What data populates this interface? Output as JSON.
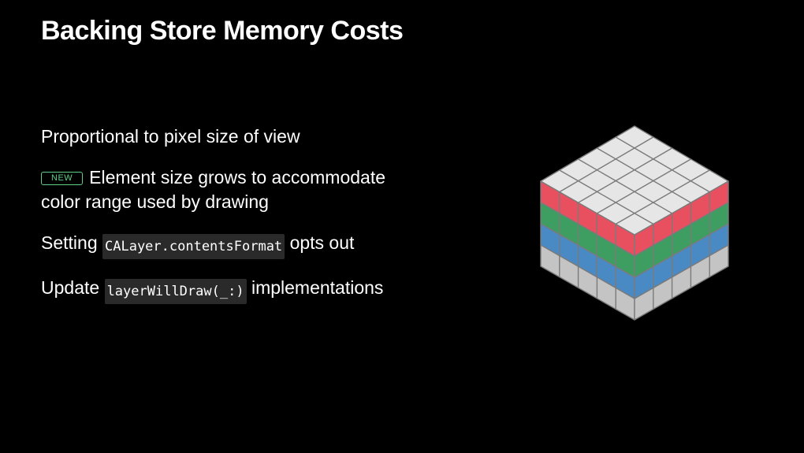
{
  "slide": {
    "title": "Backing Store Memory Costs",
    "bullets": [
      {
        "text": "Proportional to pixel size of view"
      },
      {
        "badge": "NEW",
        "line1": "Element size grows to accommodate",
        "line2": "color range used by drawing"
      },
      {
        "before": "Setting",
        "code": "CALayer.contentsFormat",
        "after": "opts out"
      },
      {
        "before": "Update",
        "code": "layerWillDraw(_:)",
        "after": "implementations"
      }
    ]
  },
  "illustration": {
    "name": "pixel-cube",
    "grid": 5,
    "layers": [
      {
        "color": "#e9505f"
      },
      {
        "color": "#3e9e62"
      },
      {
        "color": "#4a8ac4"
      },
      {
        "color": "#c4c4c4"
      }
    ],
    "top_color": "#e6e6e6",
    "line_color": "#7a7a7a"
  }
}
